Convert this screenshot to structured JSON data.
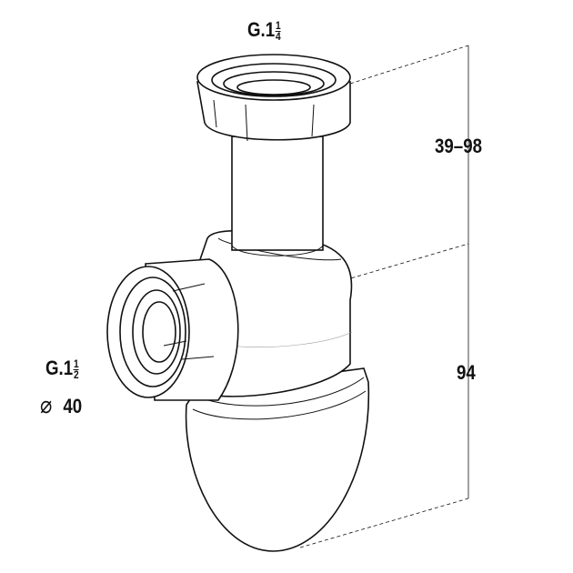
{
  "labels": {
    "top_thread": {
      "prefix": "G.1",
      "num": "1",
      "den": "4"
    },
    "side_thread": {
      "prefix": "G.1",
      "num": "1",
      "den": "2"
    },
    "diameter_symbol": "⌀",
    "diameter_value": "40",
    "dim_upper": "39–98",
    "dim_lower": "94"
  }
}
